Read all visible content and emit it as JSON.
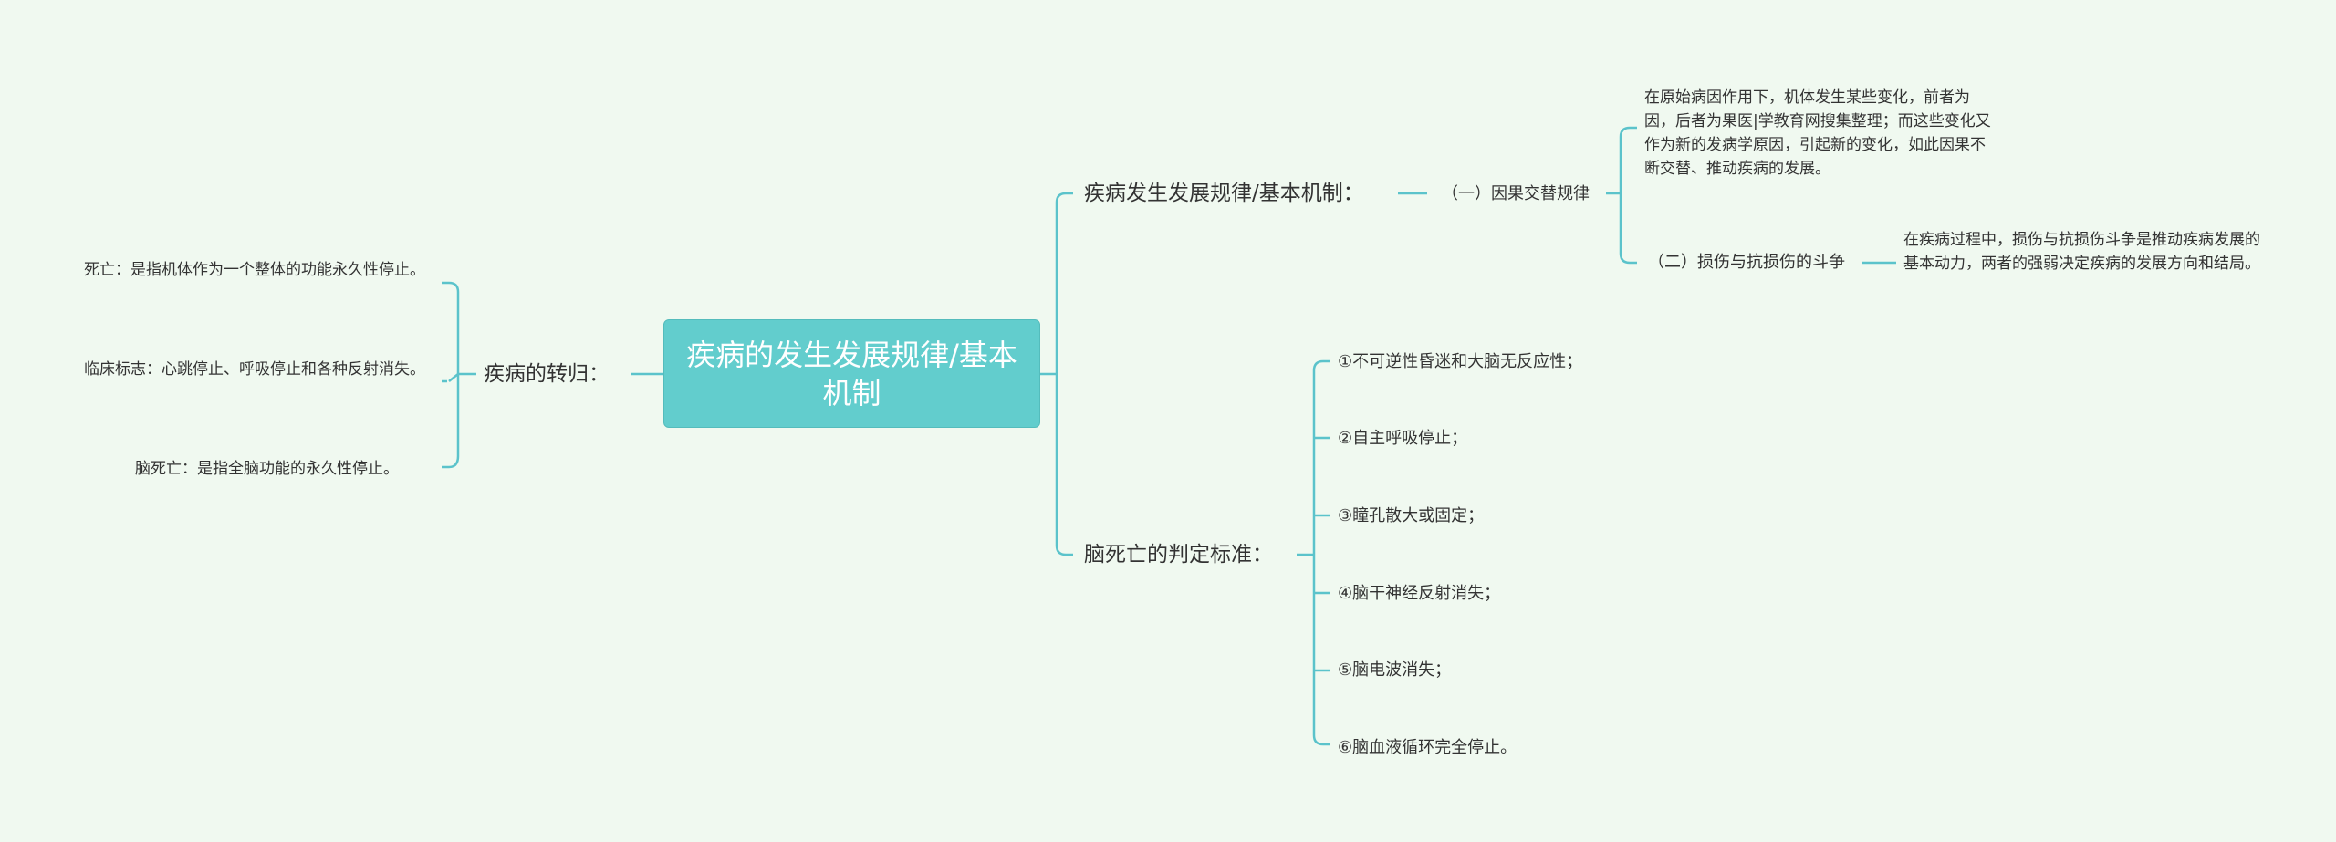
{
  "root": {
    "title": "疾病的发生发展规律/基本机制"
  },
  "left": {
    "branch": "疾病的转归：",
    "items": [
      "死亡：是指机体作为一个整体的功能永久性停止。",
      "临床标志：心跳停止、呼吸停止和各种反射消失。",
      "脑死亡：是指全脑功能的永久性停止。"
    ]
  },
  "right_top": {
    "branch": "疾病发生发展规律/基本机制：",
    "sub1": {
      "label": "（一）因果交替规律",
      "detail": "在原始病因作用下，机体发生某些变化，前者为因，后者为果医|学教育网搜集整理；而这些变化又作为新的发病学原因，引起新的变化，如此因果不断交替、推动疾病的发展。"
    },
    "sub2": {
      "label": "（二）损伤与抗损伤的斗争",
      "detail": "在疾病过程中，损伤与抗损伤斗争是推动疾病发展的基本动力，两者的强弱决定疾病的发展方向和结局。"
    }
  },
  "right_bottom": {
    "branch": "脑死亡的判定标准：",
    "items": [
      "①不可逆性昏迷和大脑无反应性；",
      "②自主呼吸停止；",
      "③瞳孔散大或固定；",
      "④脑干神经反射消失；",
      "⑤脑电波消失；",
      "⑥脑血液循环完全停止。"
    ]
  },
  "colors": {
    "background": "#f0f9f0",
    "root_fill": "#62cdcd",
    "connector": "#5bc3cb",
    "text": "#333333"
  }
}
